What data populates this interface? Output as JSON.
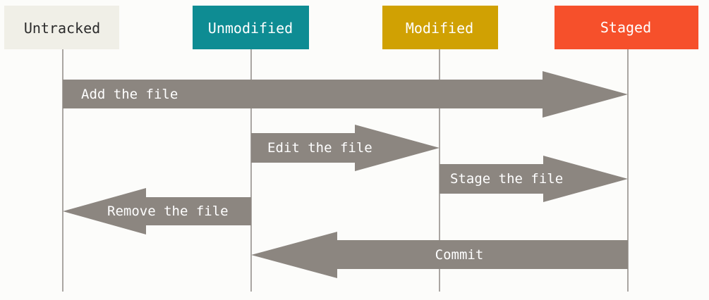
{
  "states": [
    {
      "id": "untracked",
      "label": "Untracked",
      "fill": "#f0efe7",
      "text_color": "#2b2b2b"
    },
    {
      "id": "unmodified",
      "label": "Unmodified",
      "fill": "#0e8c93",
      "text_color": "#ffffff"
    },
    {
      "id": "modified",
      "label": "Modified",
      "fill": "#d0a103",
      "text_color": "#ffffff"
    },
    {
      "id": "staged",
      "label": "Staged",
      "fill": "#f6502b",
      "text_color": "#ffffff"
    }
  ],
  "transitions": [
    {
      "label": "Add the file",
      "from": "untracked",
      "to": "staged"
    },
    {
      "label": "Edit the file",
      "from": "unmodified",
      "to": "modified"
    },
    {
      "label": "Stage the file",
      "from": "modified",
      "to": "staged"
    },
    {
      "label": "Remove the file",
      "from": "unmodified",
      "to": "untracked"
    },
    {
      "label": "Commit",
      "from": "staged",
      "to": "unmodified"
    }
  ],
  "colors": {
    "arrow": "#8c8680",
    "lifeline": "#aaa6a2",
    "background": "#fcfcfa"
  }
}
